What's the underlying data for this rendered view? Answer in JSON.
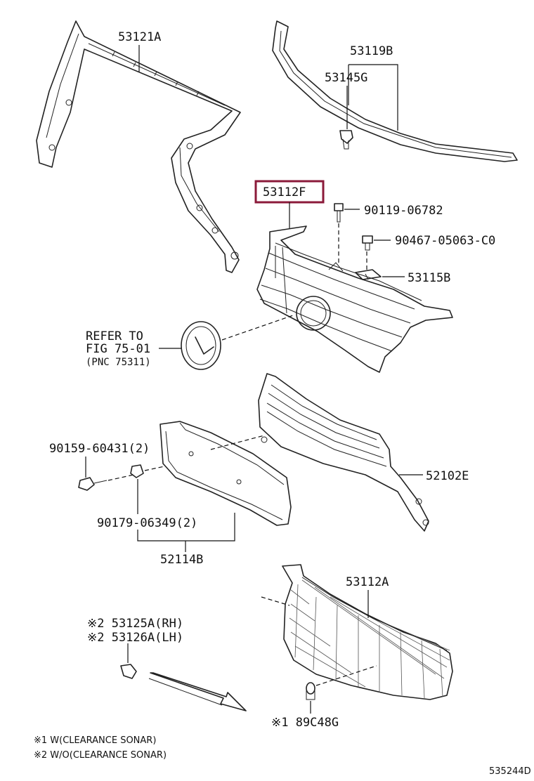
{
  "colors": {
    "highlight_box": "#8b1a3a",
    "line": "#222222"
  },
  "parts": {
    "p53121A": "53121A",
    "p53119B": "53119B",
    "p53145G": "53145G",
    "p53112F": "53112F",
    "p90119": "90119-06782",
    "p90467": "90467-05063-C0",
    "p53115B": "53115B",
    "refer_line1": "REFER TO",
    "refer_line2": "FIG 75-01",
    "refer_line3": "(PNC 75311)",
    "p90159": "90159-60431(2)",
    "p52102E": "52102E",
    "p90179": "90179-06349(2)",
    "p52114B": "52114B",
    "p53112A": "53112A",
    "p53125A": "※2 53125A(RH)",
    "p53126A": "※2 53126A(LH)",
    "p89C48G": "※1 89C48G"
  },
  "notes": {
    "note1": "※1 W(CLEARANCE SONAR)",
    "note2": "※2 W/O(CLEARANCE SONAR)"
  },
  "figure_code": "535244D"
}
